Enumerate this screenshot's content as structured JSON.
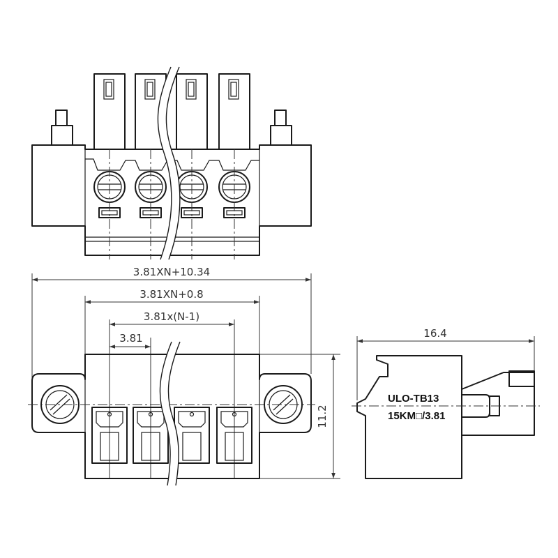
{
  "dimensions": {
    "overall_width": "3.81XN+10.34",
    "body_width": "3.81XN+0.8",
    "pitch_span": "3.81x(N-1)",
    "pitch": "3.81",
    "height": "11.2",
    "depth": "16.4"
  },
  "side_label": {
    "line1": "ULO-TB13",
    "line2": "15KM□/3.81"
  },
  "colors": {
    "line": "#1a1a1a",
    "background": "#ffffff"
  }
}
